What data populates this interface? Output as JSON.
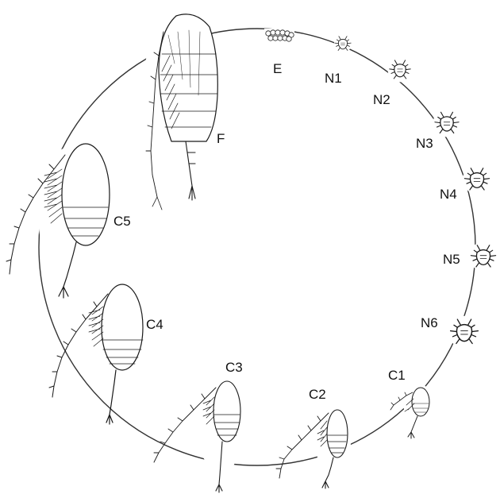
{
  "diagram": {
    "subject": "copepod life cycle",
    "stages": [
      {
        "id": "E",
        "label": "E",
        "kind": "eggs"
      },
      {
        "id": "N1",
        "label": "N1",
        "kind": "nauplius"
      },
      {
        "id": "N2",
        "label": "N2",
        "kind": "nauplius"
      },
      {
        "id": "N3",
        "label": "N3",
        "kind": "nauplius"
      },
      {
        "id": "N4",
        "label": "N4",
        "kind": "nauplius"
      },
      {
        "id": "N5",
        "label": "N5",
        "kind": "nauplius"
      },
      {
        "id": "N6",
        "label": "N6",
        "kind": "nauplius"
      },
      {
        "id": "C1",
        "label": "C1",
        "kind": "copepodite"
      },
      {
        "id": "C2",
        "label": "C2",
        "kind": "copepodite"
      },
      {
        "id": "C3",
        "label": "C3",
        "kind": "copepodite"
      },
      {
        "id": "C4",
        "label": "C4",
        "kind": "copepodite"
      },
      {
        "id": "C5",
        "label": "C5",
        "kind": "copepodite"
      },
      {
        "id": "F",
        "label": "F",
        "kind": "adult"
      }
    ]
  }
}
